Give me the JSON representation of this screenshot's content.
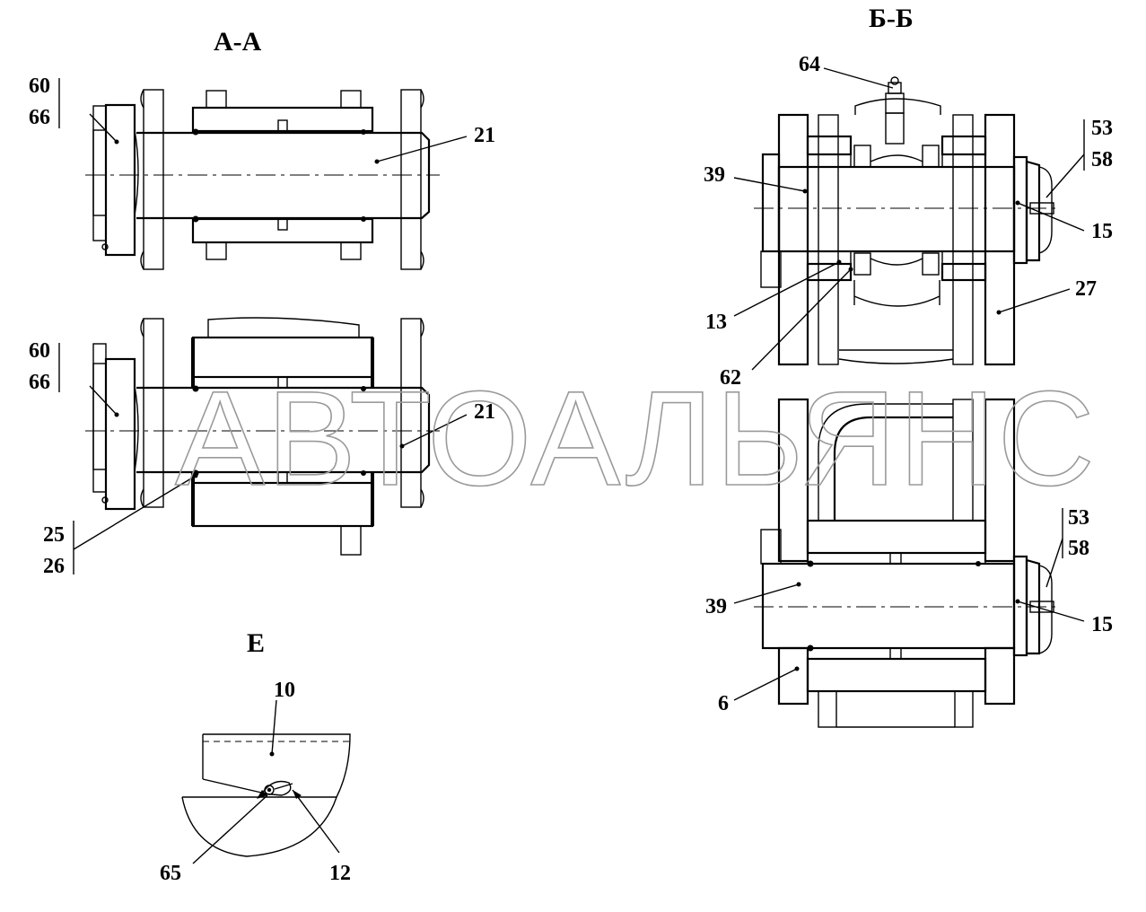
{
  "titles": {
    "aa": "А-А",
    "bb": "Б-Б",
    "e": "Е"
  },
  "watermark": "АВТОАЛЬЯНС",
  "labels": {
    "aa1_60": "60",
    "aa1_66": "66",
    "aa1_21": "21",
    "aa2_60": "60",
    "aa2_66": "66",
    "aa2_21": "21",
    "aa2_25": "25",
    "aa2_26": "26",
    "bb1_64": "64",
    "bb1_53": "53",
    "bb1_58": "58",
    "bb1_39": "39",
    "bb1_15": "15",
    "bb1_27": "27",
    "bb1_13": "13",
    "bb1_62": "62",
    "bb2_53": "53",
    "bb2_58": "58",
    "bb2_39": "39",
    "bb2_15": "15",
    "bb2_6": "6",
    "e_10": "10",
    "e_65": "65",
    "e_12": "12"
  }
}
